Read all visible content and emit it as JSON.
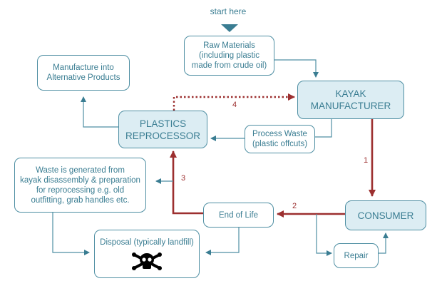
{
  "start_label": "start here",
  "nodes": {
    "raw_materials": "Raw Materials\n(including plastic\nmade from crude oil)",
    "kayak_manufacturer": "KAYAK\nMANUFACTURER",
    "alternative_products": "Manufacture into\nAlternative Products",
    "plastics_reprocessor": "PLASTICS\nREPROCESSOR",
    "process_waste": "Process Waste\n(plastic offcuts)",
    "disassembly_waste": "Waste is generated from\nkayak disassembly & preparation\nfor reprocessing e.g. old\noutfitting, grab handles etc.",
    "end_of_life": "End of Life",
    "consumer": "CONSUMER",
    "disposal": "Disposal (typically landfill)",
    "repair": "Repair"
  },
  "disposal_icon": "skull-crossbones-icon",
  "flow_numbers": {
    "one": "1",
    "two": "2",
    "three": "3",
    "four": "4"
  },
  "colors": {
    "teal": "#4f8fa3",
    "text": "#3a7d92",
    "highlight_fill": "#dcedf3",
    "main_flow": "#9c2f2f"
  }
}
